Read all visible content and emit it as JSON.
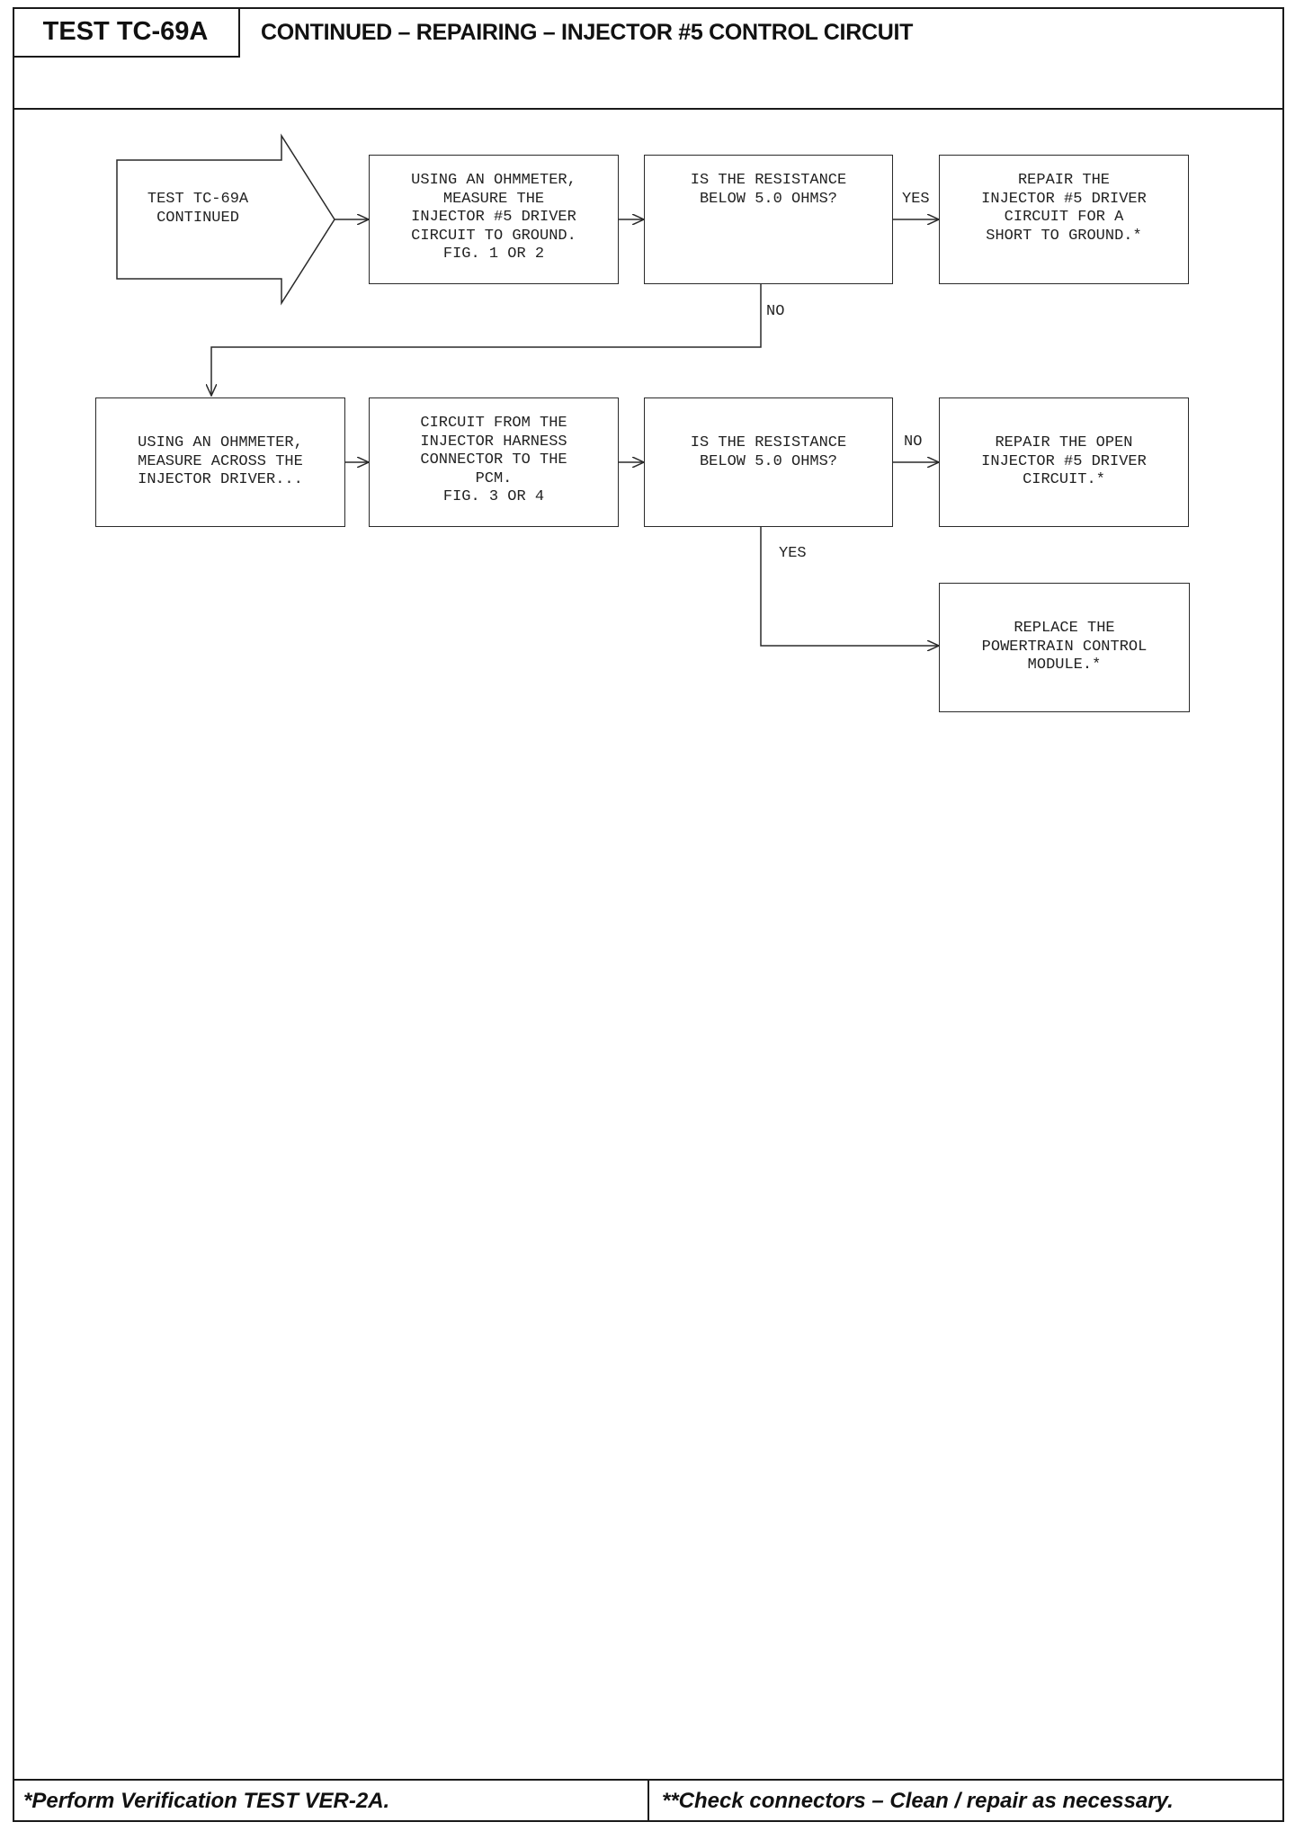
{
  "header": {
    "test_id": "TEST TC-69A",
    "title": "CONTINUED – REPAIRING – INJECTOR #5 CONTROL CIRCUIT"
  },
  "flowchart": {
    "start": "TEST TC-69A\nCONTINUED",
    "step_measure_ground": "USING AN OHMMETER,\nMEASURE THE\nINJECTOR #5 DRIVER\nCIRCUIT TO GROUND.\nFIG. 1 OR 2",
    "decision_1": "IS THE RESISTANCE\nBELOW 5.0 OHMS?",
    "result_short": "REPAIR THE\nINJECTOR #5 DRIVER\nCIRCUIT FOR A\nSHORT TO GROUND.*",
    "step_measure_across": "USING AN OHMMETER,\nMEASURE ACROSS THE\nINJECTOR DRIVER...",
    "step_circuit": "CIRCUIT FROM THE\nINJECTOR HARNESS\nCONNECTOR TO THE\nPCM.\nFIG. 3 OR 4",
    "decision_2": "IS THE RESISTANCE\nBELOW 5.0 OHMS?",
    "result_open": "REPAIR THE OPEN\nINJECTOR #5 DRIVER\nCIRCUIT.*",
    "result_replace": "REPLACE THE\nPOWERTRAIN CONTROL\nMODULE.*",
    "labels": {
      "d1_yes": "YES",
      "d1_no": "NO",
      "d2_no": "NO",
      "d2_yes": "YES"
    }
  },
  "footer": {
    "left_note": "*Perform Verification TEST VER-2A.",
    "right_note": "**Check connectors – Clean / repair as necessary."
  }
}
